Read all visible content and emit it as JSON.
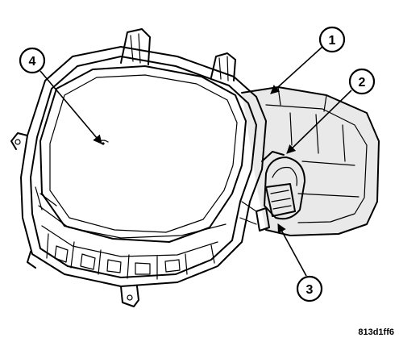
{
  "figure": {
    "callouts": [
      {
        "id": "1",
        "label": "1"
      },
      {
        "id": "2",
        "label": "2"
      },
      {
        "id": "3",
        "label": "3"
      },
      {
        "id": "4",
        "label": "4"
      }
    ],
    "image_code": "813d1ff6"
  }
}
